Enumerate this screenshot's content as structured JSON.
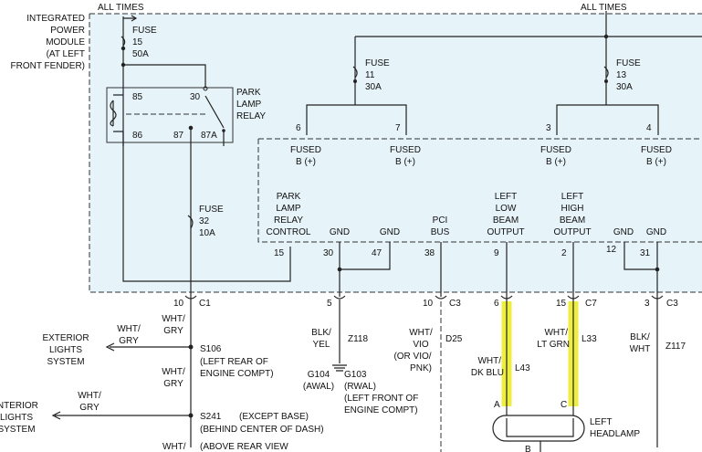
{
  "colors": {
    "module_fill": "#e6f3f9",
    "highlight": "#ecec2c",
    "wire": "#222222"
  },
  "labels": {
    "all_times_left": "ALL TIMES",
    "all_times_right": "ALL TIMES",
    "ipm": [
      "INTEGRATED",
      "POWER",
      "MODULE",
      "(AT LEFT",
      "FRONT FENDER)"
    ],
    "fuse15": [
      "FUSE",
      "15",
      "50A"
    ],
    "fuse11": [
      "FUSE",
      "11",
      "30A"
    ],
    "fuse13": [
      "FUSE",
      "13",
      "30A"
    ],
    "fuse32": [
      "FUSE",
      "32",
      "10A"
    ],
    "relay": [
      "PARK",
      "LAMP",
      "RELAY"
    ],
    "relay_pins": [
      "85",
      "30",
      "86",
      "87",
      "87A"
    ],
    "fused_b": [
      "FUSED",
      "B (+)"
    ],
    "fused_pins": [
      "6",
      "7",
      "3",
      "4"
    ],
    "park_lamp_relay_control": [
      "PARK",
      "LAMP",
      "RELAY",
      "CONTROL"
    ],
    "gnd": "GND",
    "pci_bus": [
      "PCI",
      "BUS"
    ],
    "left_low_beam": [
      "LEFT",
      "LOW",
      "BEAM",
      "OUTPUT"
    ],
    "left_high_beam": [
      "LEFT",
      "HIGH",
      "BEAM",
      "OUTPUT"
    ],
    "pins_row": [
      "15",
      "30",
      "47",
      "38",
      "9",
      "2",
      "12",
      "31"
    ],
    "conn_pins": [
      "10",
      "5",
      "10",
      "6",
      "15",
      "3"
    ],
    "conn_names": [
      "C1",
      "C3",
      "C7",
      "C3"
    ],
    "exterior_lights": [
      "EXTERIOR",
      "LIGHTS",
      "SYSTEM"
    ],
    "interior_lights": [
      "INTERIOR",
      "LIGHTS",
      "SYSTEM"
    ],
    "wht_gry": [
      "WHT/",
      "GRY"
    ],
    "s106": "S106",
    "s106_desc": [
      "(LEFT REAR OF",
      "ENGINE COMPT)"
    ],
    "s241": "S241",
    "s241_desc": [
      "(EXCEPT BASE)",
      "(BEHIND CENTER OF DASH)"
    ],
    "above_rear": "(ABOVE REAR VIEW",
    "blk_yel": [
      "BLK/",
      "YEL"
    ],
    "z118": "Z118",
    "g104": [
      "G104",
      "(AWAL)"
    ],
    "g103": [
      "G103",
      "(RWAL)",
      "(LEFT FRONT OF",
      "ENGINE COMPT)"
    ],
    "wht_vio": [
      "WHT/",
      "VIO",
      "(OR VIO/",
      "PNK)"
    ],
    "d25": "D25",
    "wht_dkblu": [
      "WHT/",
      "DK BLU"
    ],
    "l43": "L43",
    "wht_ltgrn": [
      "WHT/",
      "LT GRN"
    ],
    "l33": "L33",
    "blk_wht": [
      "BLK/",
      "WHT"
    ],
    "z117": "Z117",
    "headlamp": [
      "LEFT",
      "HEADLAMP"
    ],
    "headlamp_pins": [
      "A",
      "C",
      "B"
    ]
  }
}
